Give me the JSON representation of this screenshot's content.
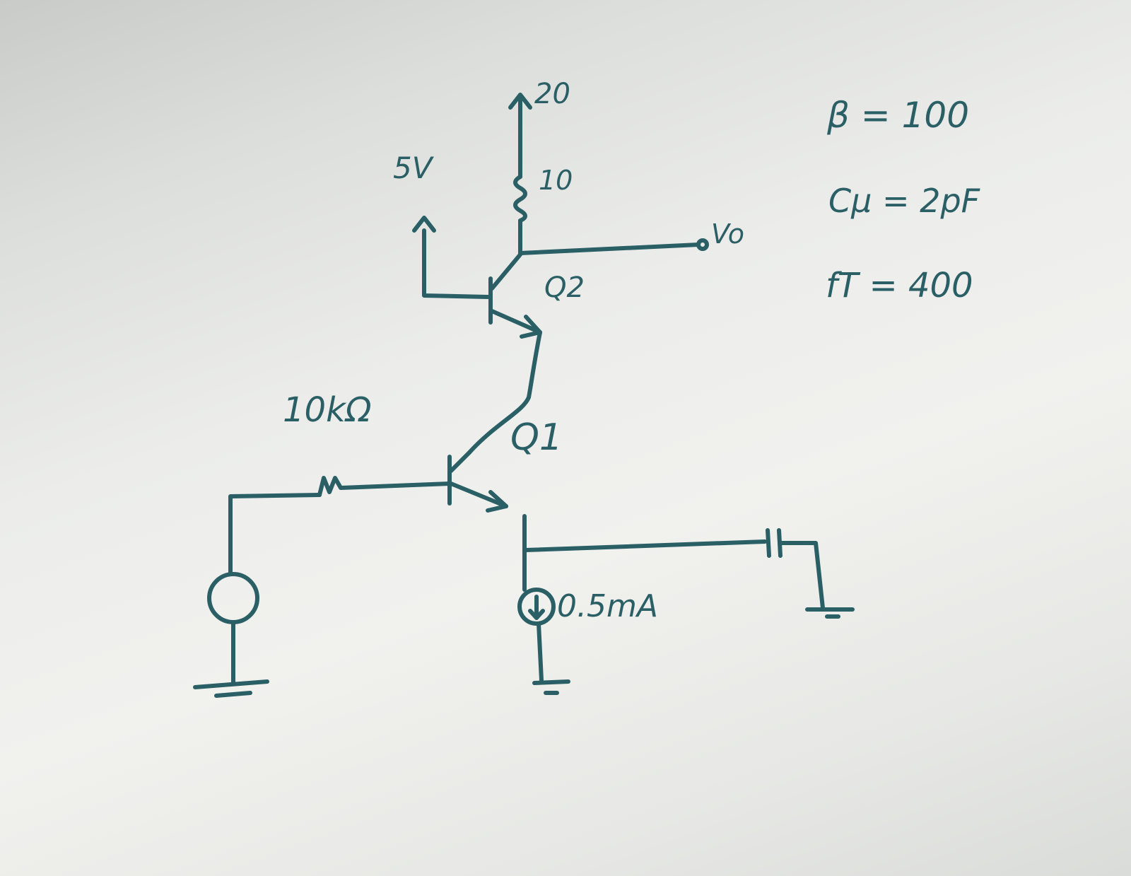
{
  "supply_label": "5V",
  "supply_top_label": "20",
  "resistor_top_label": "10",
  "output_label": "Vo",
  "q2_label": "Q2",
  "q1_label": "Q1",
  "source_resistor_label": "10kΩ",
  "current_source_label": "0.5mA",
  "params": {
    "beta": "β = 100",
    "cmu": "Cμ = 2pF",
    "ft": "fT = 400"
  },
  "colors": {
    "ink": "#2b5f66"
  }
}
